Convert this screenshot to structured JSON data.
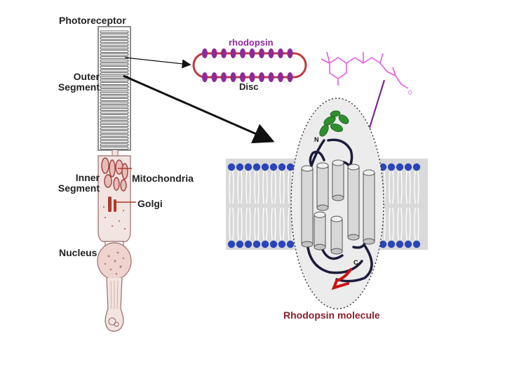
{
  "labels": {
    "photoreceptor": "Photoreceptor",
    "outer_segment_1": "Outer",
    "outer_segment_2": "Segment",
    "inner_segment_1": "Inner",
    "inner_segment_2": "Segment",
    "mitochondria": "Mitochondria",
    "golgi": "Golgi",
    "nucleus": "Nucleus",
    "rhodopsin": "rhodopsin",
    "disc": "Disc",
    "rhodopsin_molecule": "Rhodopsin molecule",
    "n_terminus": "N",
    "c_terminus": "C"
  },
  "colors": {
    "cell_outline": "#9a6b6b",
    "cell_fill": "#f1e4e1",
    "disc_outline": "#c0393b",
    "rhodopsin_purple": "#8d2a9a",
    "retinal_magenta": "#e05ce0",
    "lipid_head_blue": "#2a45b8",
    "helix_gray": "#d8d8d8",
    "loop_navy": "#1c1c3c",
    "sugar_green": "#2f8f2f",
    "c_tail_red": "#cc1111",
    "caption_red": "#8a1f2a"
  }
}
